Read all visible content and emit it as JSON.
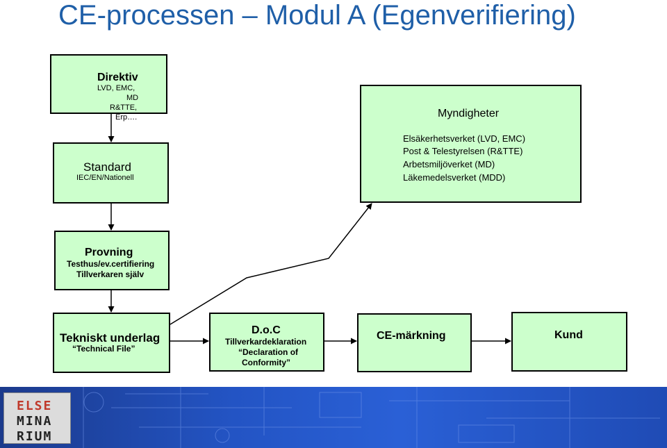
{
  "title": "CE-processen – Modul A (Egenverifiering)",
  "colors": {
    "title": "#1f5fa8",
    "box_fill": "#ccffcc",
    "banner": "#2354c4"
  },
  "boxes": {
    "direktiv": {
      "heading": "Direktiv",
      "lines": [
        "LVD, EMC,",
        "MD",
        "R&TTE,",
        "Erp…."
      ]
    },
    "standard": {
      "heading": "Standard",
      "sub": "IEC/EN/Nationell"
    },
    "myndigheter": {
      "heading": "Myndigheter",
      "lines": [
        "Elsäkerhetsverket (LVD, EMC)",
        "Post & Telestyrelsen (R&TTE)",
        "Arbetsmiljöverket (MD)",
        "Läkemedelsverket (MDD)"
      ]
    },
    "provning": {
      "heading": "Provning",
      "lines": [
        "Testhus/ev.certifiering",
        "Tillverkaren själv"
      ]
    },
    "tekniskt": {
      "heading": "Tekniskt underlag",
      "sub": "“Technical File”"
    },
    "doc": {
      "heading": "D.o.C",
      "lines": [
        "Tillverkardeklaration",
        "“Declaration of",
        "Conformity”"
      ]
    },
    "ce": {
      "heading": "CE-märkning"
    },
    "kund": {
      "heading": "Kund"
    }
  },
  "logo": {
    "rows": [
      "ELSE",
      "MINA",
      "RIUM"
    ]
  }
}
